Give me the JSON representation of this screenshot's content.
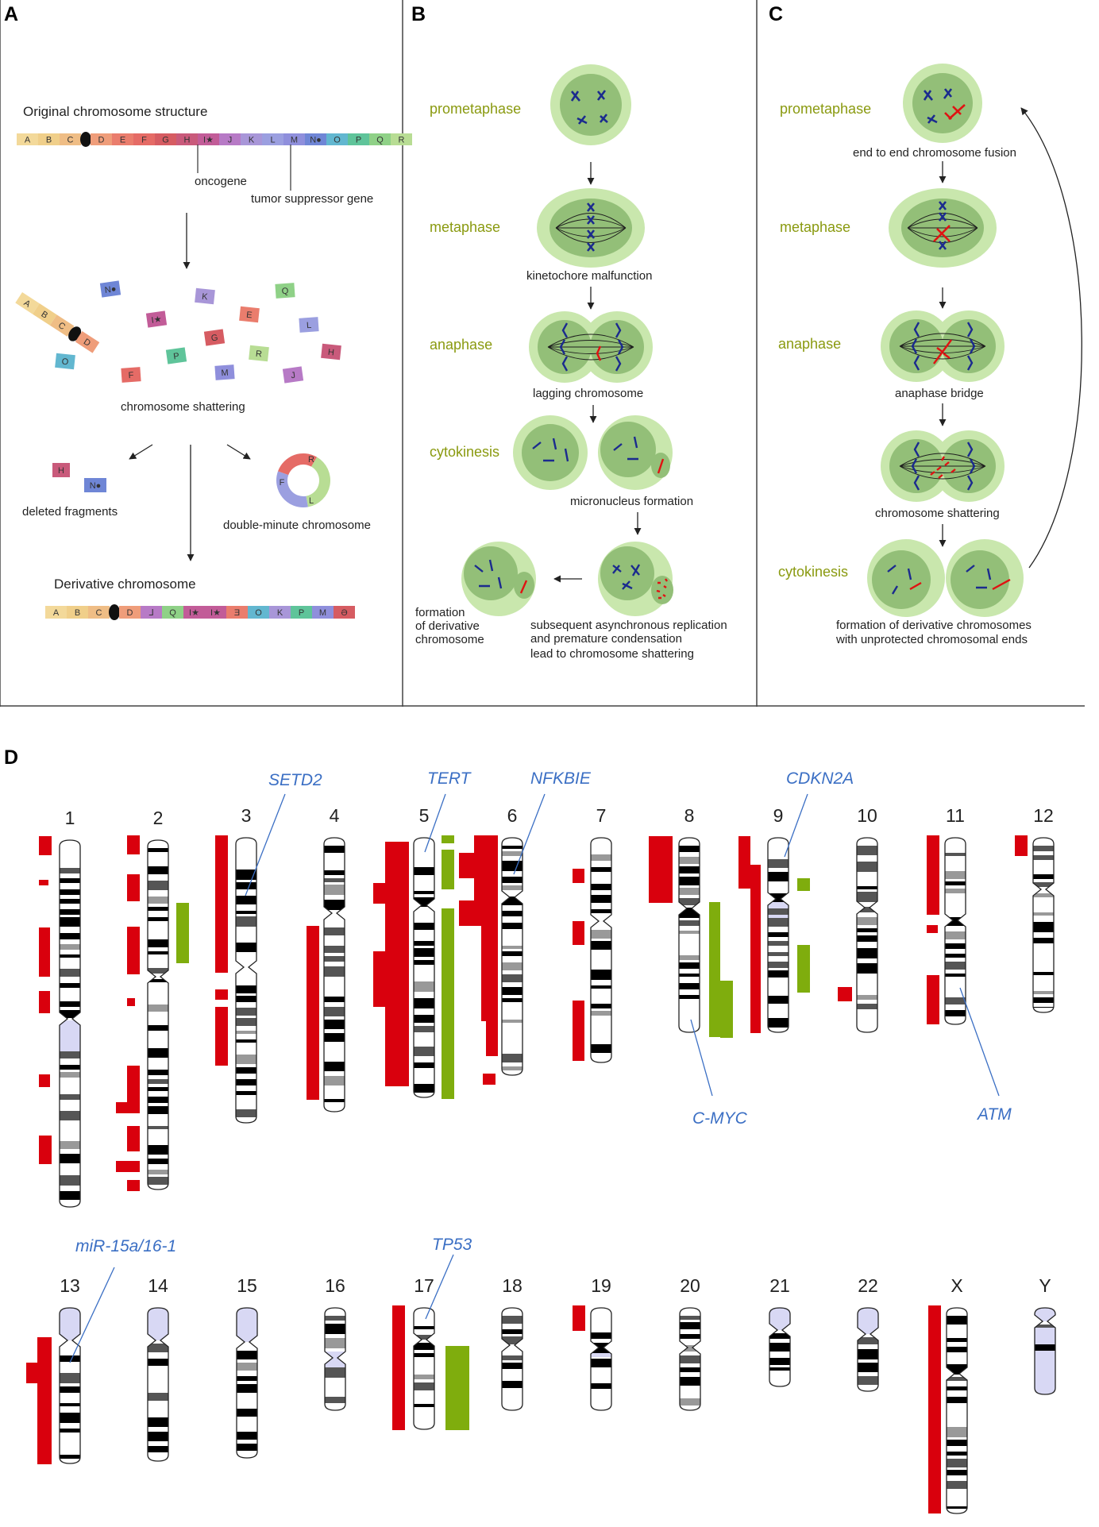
{
  "panel_labels": {
    "a": "A",
    "b": "B",
    "c": "C",
    "d": "D"
  },
  "panel_a": {
    "title_original": "Original chromosome structure",
    "original_segments": [
      "A",
      "B",
      "C",
      "D",
      "E",
      "F",
      "G",
      "H",
      "I★",
      "J",
      "K",
      "L",
      "M",
      "N●",
      "O",
      "P",
      "Q",
      "R"
    ],
    "oncogene": "oncogene",
    "tumor_suppressor": "tumor suppressor gene",
    "shattering": "chromosome shattering",
    "arm_fragment": [
      "A",
      "B",
      "C",
      "D"
    ],
    "scattered": [
      "N●",
      "K",
      "Q",
      "I★",
      "E",
      "L",
      "G",
      "O",
      "F",
      "P",
      "R",
      "M",
      "J",
      "H"
    ],
    "deleted_fragments_items": [
      "H",
      "N●"
    ],
    "deleted_fragments": "deleted fragments",
    "double_minute_items": [
      "R",
      "F",
      "L"
    ],
    "double_minute": "double-minute chromosome",
    "title_derivative": "Derivative chromosome",
    "derivative_segments": [
      "A",
      "B",
      "C",
      "D",
      "ᒧ",
      "Q",
      "I★",
      "I★",
      "Ǝ",
      "O",
      "K",
      "P",
      "M",
      "Ə"
    ]
  },
  "panel_b": {
    "prometaphase": "prometaphase",
    "metaphase": "metaphase",
    "anaphase": "anaphase",
    "cytokinesis": "cytokinesis",
    "kinetochore": "kinetochore malfunction",
    "lagging": "lagging chromosome",
    "micronucleus": "micronucleus formation",
    "formation_l1": "formation",
    "formation_l2": "of derivative",
    "formation_l3": "chromosome",
    "subsequent_l1": "subsequent asynchronous replication",
    "subsequent_l2": "and premature condensation",
    "subsequent_l3": "lead to chromosome shattering"
  },
  "panel_c": {
    "prometaphase": "prometaphase",
    "end_fusion": "end to end chromosome fusion",
    "metaphase": "metaphase",
    "anaphase": "anaphase",
    "bridge": "anaphase bridge",
    "shattering": "chromosome shattering",
    "cytokinesis": "cytokinesis",
    "derivative_l1": "formation of derivative chromosomes",
    "derivative_l2": "with unprotected chromosomal ends"
  },
  "panel_d": {
    "chromosomes": [
      "1",
      "2",
      "3",
      "4",
      "5",
      "6",
      "7",
      "8",
      "9",
      "10",
      "11",
      "12",
      "13",
      "14",
      "15",
      "16",
      "17",
      "18",
      "19",
      "20",
      "21",
      "22",
      "X",
      "Y"
    ],
    "genes": {
      "setd2": "SETD2",
      "tert": "TERT",
      "nfkbie": "NFKBIE",
      "cdkn2a": "CDKN2A",
      "cmyc": "C-MYC",
      "atm": "ATM",
      "mir": "miR-15a/16-1",
      "tp53": "TP53"
    },
    "colors": {
      "loss": "#d9000d",
      "gain": "#7fad0d",
      "gene": "#3b6fc4"
    }
  }
}
